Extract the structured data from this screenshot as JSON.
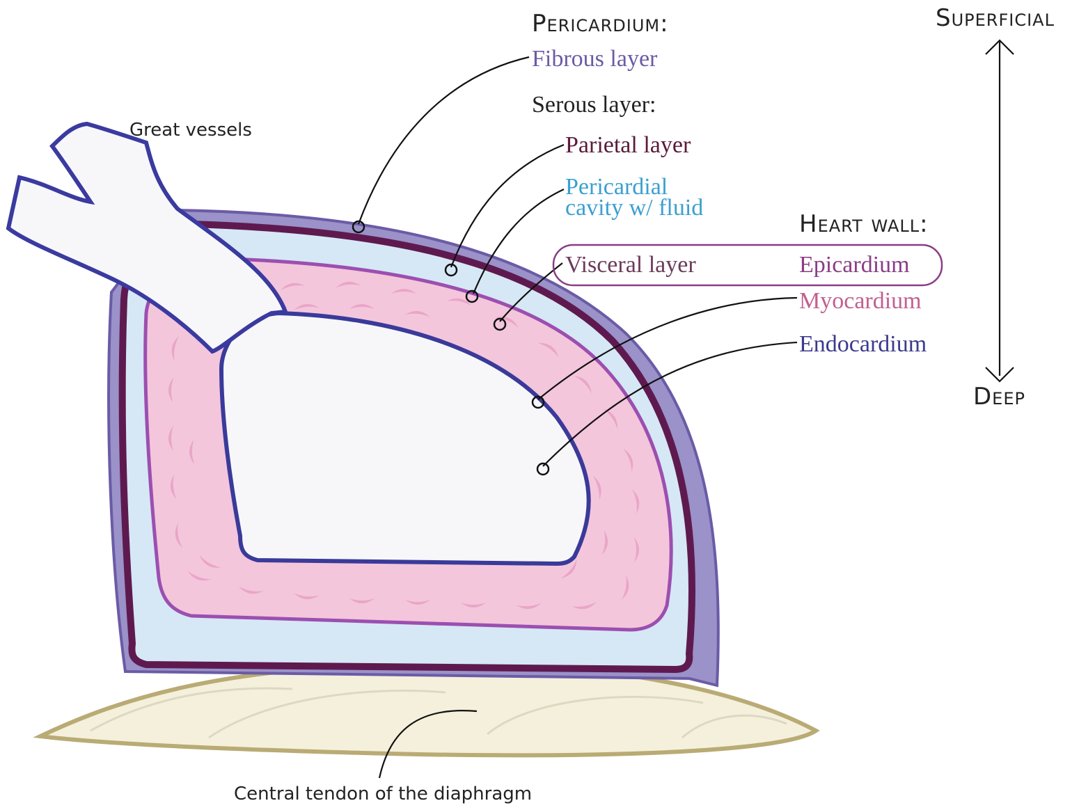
{
  "colors": {
    "fibrous": "#6b5ba6",
    "parietal": "#5b1a3a",
    "cavity": "#3b9fd1",
    "visceral": "#6b3a5a",
    "epicardium": "#8a3d86",
    "myocardium": "#c2608f",
    "endocardium": "#3b3b8c",
    "text": "#222222",
    "fibrous_fill": "#9a92c8",
    "parietal_line": "#5e1a4f",
    "cavity_fill": "#d6e8f5",
    "myocardium_fill": "#f3c6dc",
    "myocardium_streak": "#e79ac0",
    "epicardium_line": "#9c4fb0",
    "endocardium_line": "#3a3a9a",
    "lumen_fill": "#f7f7fa",
    "vessel_outline": "#3a3aa0",
    "diaphragm_fill": "#f4f0dc",
    "diaphragm_edge": "#b9ab74"
  },
  "labels": {
    "superficial": "Superficial",
    "deep": "Deep",
    "pericardium": "Pericardium:",
    "fibrous_layer": "Fibrous layer",
    "serous_layer": "Serous layer:",
    "parietal_layer": "Parietal layer",
    "pericardial_cavity": "Pericardial cavity w/ fluid",
    "heart_wall": "Heart wall:",
    "visceral_layer": "Visceral layer",
    "epicardium": "Epicardium",
    "myocardium": "Myocardium",
    "endocardium": "Endocardium",
    "great_vessels": "Great vessels",
    "central_tendon": "Central tendon of the diaphragm"
  }
}
